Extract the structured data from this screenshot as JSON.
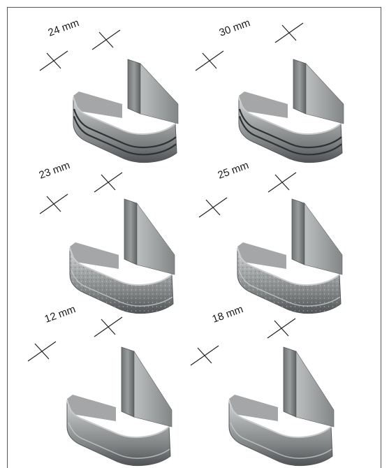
{
  "items": [
    {
      "label": "24 mm",
      "style": "grooved"
    },
    {
      "label": "30 mm",
      "style": "grooved"
    },
    {
      "label": "23 mm",
      "style": "textured"
    },
    {
      "label": "25 mm",
      "style": "textured"
    },
    {
      "label": "12 mm",
      "style": "plain"
    },
    {
      "label": "18 mm",
      "style": "plain"
    }
  ],
  "colors": {
    "frame": "#555555",
    "marker": "#222222",
    "metal_light": "#c9cbcc",
    "metal_mid": "#8d9091",
    "metal_dark": "#55595b",
    "groove": "#2f3234"
  }
}
